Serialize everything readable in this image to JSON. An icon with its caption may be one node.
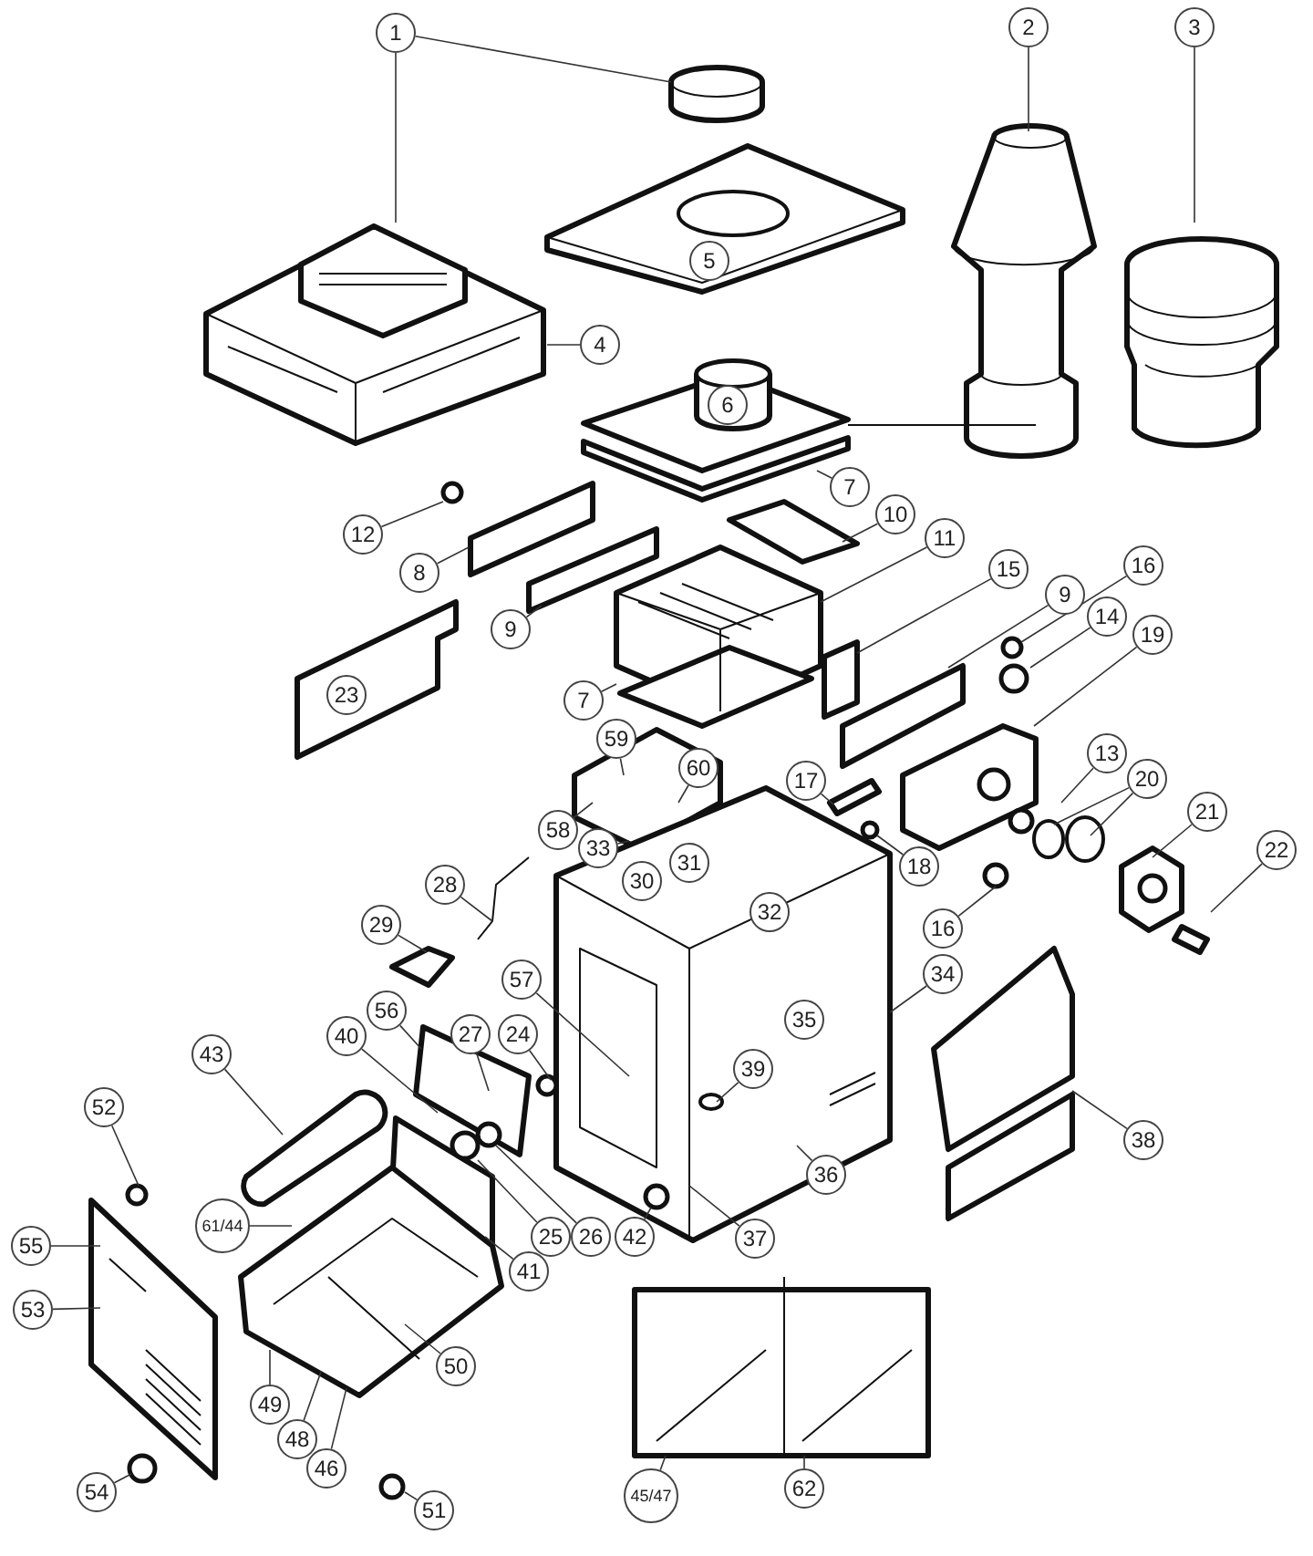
{
  "diagram": {
    "nodes": [
      {
        "text": [
          "1"
        ]
      },
      {
        "text": [
          "2"
        ]
      },
      {
        "text": [
          "3"
        ]
      },
      {
        "text": [
          "4"
        ]
      },
      {
        "text": [
          "7"
        ]
      },
      {
        "text": [
          "10"
        ]
      },
      {
        "text": [
          "12"
        ]
      },
      {
        "text": [
          "11"
        ]
      },
      {
        "text": [
          "16"
        ]
      },
      {
        "text": [
          "15"
        ]
      },
      {
        "text": [
          "8"
        ]
      },
      {
        "text": [
          "9"
        ]
      },
      {
        "text": [
          "14"
        ]
      },
      {
        "text": [
          "9"
        ]
      },
      {
        "text": [
          "19"
        ]
      },
      {
        "text": [
          "7"
        ]
      },
      {
        "text": [
          "59"
        ]
      },
      {
        "text": [
          "13"
        ]
      },
      {
        "text": [
          "60"
        ]
      },
      {
        "text": [
          "20"
        ]
      },
      {
        "text": [
          "17"
        ]
      },
      {
        "text": [
          "21"
        ]
      },
      {
        "text": [
          "58"
        ]
      },
      {
        "text": [
          "33"
        ]
      },
      {
        "text": [
          "22"
        ]
      },
      {
        "text": [
          "18"
        ]
      },
      {
        "text": [
          "28"
        ]
      },
      {
        "text": [
          "29"
        ]
      },
      {
        "text": [
          "16"
        ]
      },
      {
        "text": [
          "34"
        ]
      },
      {
        "text": [
          "57"
        ]
      },
      {
        "text": [
          "56"
        ]
      },
      {
        "text": [
          "27"
        ]
      },
      {
        "text": [
          "24"
        ]
      },
      {
        "text": [
          "40"
        ]
      },
      {
        "text": [
          "43"
        ]
      },
      {
        "text": [
          "39"
        ]
      },
      {
        "text": [
          "52"
        ]
      },
      {
        "text": [
          "38"
        ]
      },
      {
        "text": [
          "36"
        ]
      },
      {
        "text": [
          "61/44"
        ]
      },
      {
        "text": [
          "25"
        ]
      },
      {
        "text": [
          "26"
        ]
      },
      {
        "text": [
          "42"
        ]
      },
      {
        "text": [
          "37"
        ]
      },
      {
        "text": [
          "55"
        ]
      },
      {
        "text": [
          "41"
        ]
      },
      {
        "text": [
          "53"
        ]
      },
      {
        "text": [
          "50"
        ]
      },
      {
        "text": [
          "49"
        ]
      },
      {
        "text": [
          "48"
        ]
      },
      {
        "text": [
          "46"
        ]
      },
      {
        "text": [
          "62"
        ]
      },
      {
        "text": [
          "54"
        ]
      },
      {
        "text": [
          "45/47"
        ]
      },
      {
        "text": [
          "51"
        ]
      },
      {
        "text": [
          "5"
        ]
      },
      {
        "text": [
          "6"
        ]
      },
      {
        "text": [
          "23"
        ]
      },
      {
        "text": [
          "31"
        ]
      },
      {
        "text": [
          "30"
        ]
      },
      {
        "text": [
          "32"
        ]
      },
      {
        "text": [
          "35"
        ]
      }
    ],
    "edges": [
      {
        "from": 0,
        "to": null,
        "arrow": "none"
      },
      {
        "from": 0,
        "to": null,
        "arrow": "none"
      },
      {
        "from": 1,
        "to": null,
        "arrow": "none"
      },
      {
        "from": 2,
        "to": null,
        "arrow": "none"
      },
      {
        "from": 3,
        "to": null,
        "arrow": "none"
      },
      {
        "from": 4,
        "to": null,
        "arrow": "none"
      },
      {
        "from": 5,
        "to": null,
        "arrow": "none"
      },
      {
        "from": 6,
        "to": null,
        "arrow": "none"
      },
      {
        "from": 7,
        "to": null,
        "arrow": "none"
      },
      {
        "from": 8,
        "to": null,
        "arrow": "none"
      },
      {
        "from": 9,
        "to": null,
        "arrow": "none"
      },
      {
        "from": 10,
        "to": null,
        "arrow": "none"
      },
      {
        "from": 11,
        "to": null,
        "arrow": "none"
      },
      {
        "from": 12,
        "to": null,
        "arrow": "none"
      },
      {
        "from": 13,
        "to": null,
        "arrow": "none"
      },
      {
        "from": 14,
        "to": null,
        "arrow": "none"
      },
      {
        "from": 15,
        "to": null,
        "arrow": "none"
      },
      {
        "from": 16,
        "to": null,
        "arrow": "none"
      },
      {
        "from": 17,
        "to": null,
        "arrow": "none"
      },
      {
        "from": 18,
        "to": null,
        "arrow": "none"
      },
      {
        "from": 19,
        "to": null,
        "arrow": "none"
      },
      {
        "from": 19,
        "to": null,
        "arrow": "none"
      },
      {
        "from": 20,
        "to": null,
        "arrow": "none"
      },
      {
        "from": 21,
        "to": null,
        "arrow": "none"
      },
      {
        "from": 22,
        "to": null,
        "arrow": "none"
      },
      {
        "from": 23,
        "to": null,
        "arrow": "none"
      },
      {
        "from": 24,
        "to": null,
        "arrow": "none"
      },
      {
        "from": 25,
        "to": null,
        "arrow": "none"
      },
      {
        "from": 26,
        "to": null,
        "arrow": "none"
      },
      {
        "from": 27,
        "to": null,
        "arrow": "none"
      },
      {
        "from": 28,
        "to": null,
        "arrow": "none"
      },
      {
        "from": 29,
        "to": null,
        "arrow": "none"
      },
      {
        "from": 30,
        "to": null,
        "arrow": "none"
      },
      {
        "from": 31,
        "to": null,
        "arrow": "none"
      },
      {
        "from": 32,
        "to": null,
        "arrow": "none"
      },
      {
        "from": 33,
        "to": null,
        "arrow": "none"
      },
      {
        "from": 34,
        "to": null,
        "arrow": "none"
      },
      {
        "from": 35,
        "to": null,
        "arrow": "none"
      },
      {
        "from": 36,
        "to": null,
        "arrow": "none"
      },
      {
        "from": 37,
        "to": null,
        "arrow": "none"
      },
      {
        "from": 38,
        "to": null,
        "arrow": "none"
      },
      {
        "from": 39,
        "to": null,
        "arrow": "none"
      },
      {
        "from": 40,
        "to": null,
        "arrow": "none"
      },
      {
        "from": 41,
        "to": null,
        "arrow": "none"
      },
      {
        "from": 42,
        "to": null,
        "arrow": "none"
      },
      {
        "from": 43,
        "to": null,
        "arrow": "none"
      },
      {
        "from": 44,
        "to": null,
        "arrow": "none"
      },
      {
        "from": 45,
        "to": null,
        "arrow": "none"
      },
      {
        "from": 46,
        "to": null,
        "arrow": "none"
      },
      {
        "from": 47,
        "to": null,
        "arrow": "none"
      },
      {
        "from": 48,
        "to": null,
        "arrow": "none"
      },
      {
        "from": 49,
        "to": null,
        "arrow": "none"
      },
      {
        "from": 50,
        "to": null,
        "arrow": "none"
      },
      {
        "from": 51,
        "to": null,
        "arrow": "none"
      },
      {
        "from": 52,
        "to": null,
        "arrow": "none"
      },
      {
        "from": 53,
        "to": null,
        "arrow": "none"
      },
      {
        "from": 54,
        "to": null,
        "arrow": "none"
      },
      {
        "from": 55,
        "to": null,
        "arrow": "none"
      }
    ]
  }
}
